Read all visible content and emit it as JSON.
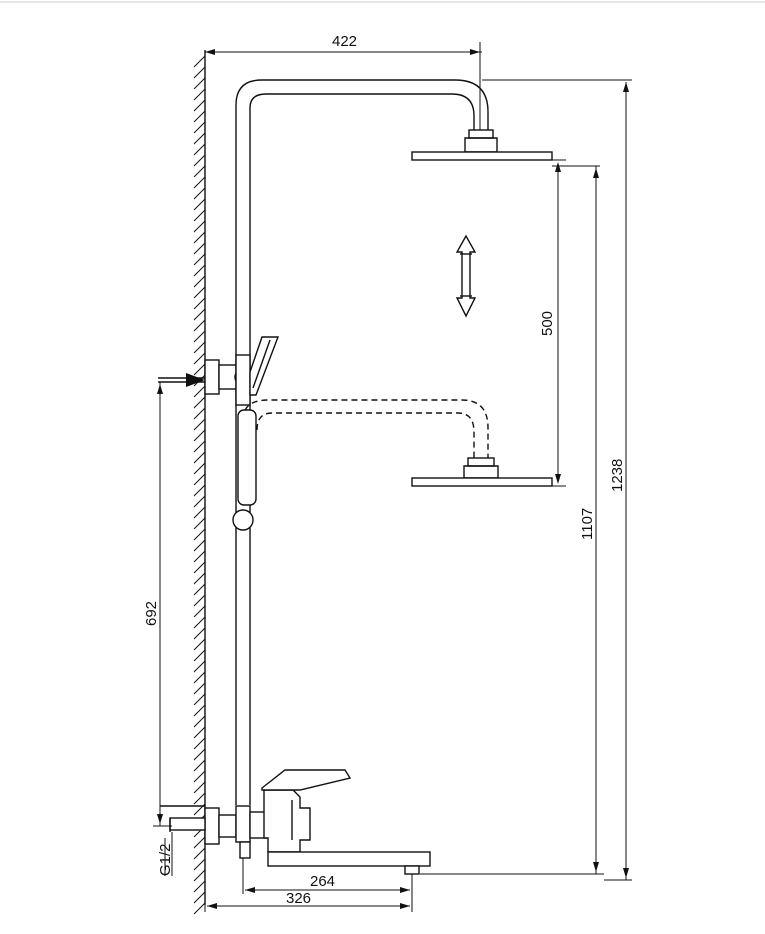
{
  "dimensions": {
    "arm_reach": "422",
    "adjust_range": "500",
    "head_height_upper": "1107",
    "total_height": "1238",
    "outlet_height": "692",
    "spout_reach": "264",
    "spout_total": "326",
    "thread": "G1/2"
  }
}
